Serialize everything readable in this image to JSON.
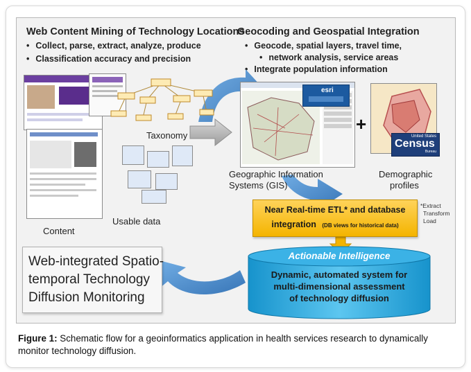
{
  "left_section": {
    "title": "Web Content Mining of Technology Locations",
    "bullets": [
      "Collect, parse, extract, analyze, produce",
      "Classification accuracy and precision"
    ]
  },
  "right_section": {
    "title": "Geocoding and Geospatial Integration",
    "bullet1_line1": "Geocode, spatial layers, travel time,",
    "bullet1_line2": "network analysis, service areas",
    "bullet2": "Integrate population information"
  },
  "labels": {
    "taxonomy": "Taxonomy",
    "content": "Content",
    "usable_data": "Usable data",
    "gis_line1": "Geographic Information",
    "gis_line2": "Systems (GIS)",
    "demo_line1": "Demographic",
    "demo_line2": "profiles",
    "plus": "+",
    "esri": "esri",
    "census_small": "United States",
    "census_big": "Census",
    "census_bureau": "Bureau"
  },
  "etl": {
    "line1": "Near Real-time ETL* and database",
    "line2_bold": "integration",
    "line2_small": "(DB views for historical data)",
    "footnote": [
      "*Extract",
      "Transform",
      "Load"
    ]
  },
  "intelligence": {
    "title": "Actionable Intelligence",
    "lines": [
      "Dynamic, automated system for",
      "multi-dimensional assessment",
      "of technology diffusion"
    ]
  },
  "monitoring_box": {
    "lines": [
      "Web-integrated Spatio-",
      "temporal Technology",
      "Diffusion Monitoring"
    ]
  },
  "caption": {
    "label": "Figure 1:",
    "text": " Schematic flow for a geoinformatics application in health services research to dynamically monitor technology diffusion."
  },
  "colors": {
    "arrow_blue": "#3f82c6",
    "etl_gold": "#f4b400",
    "cylinder_blue": "#1ea7e0",
    "census_navy": "#1f3f7a"
  }
}
